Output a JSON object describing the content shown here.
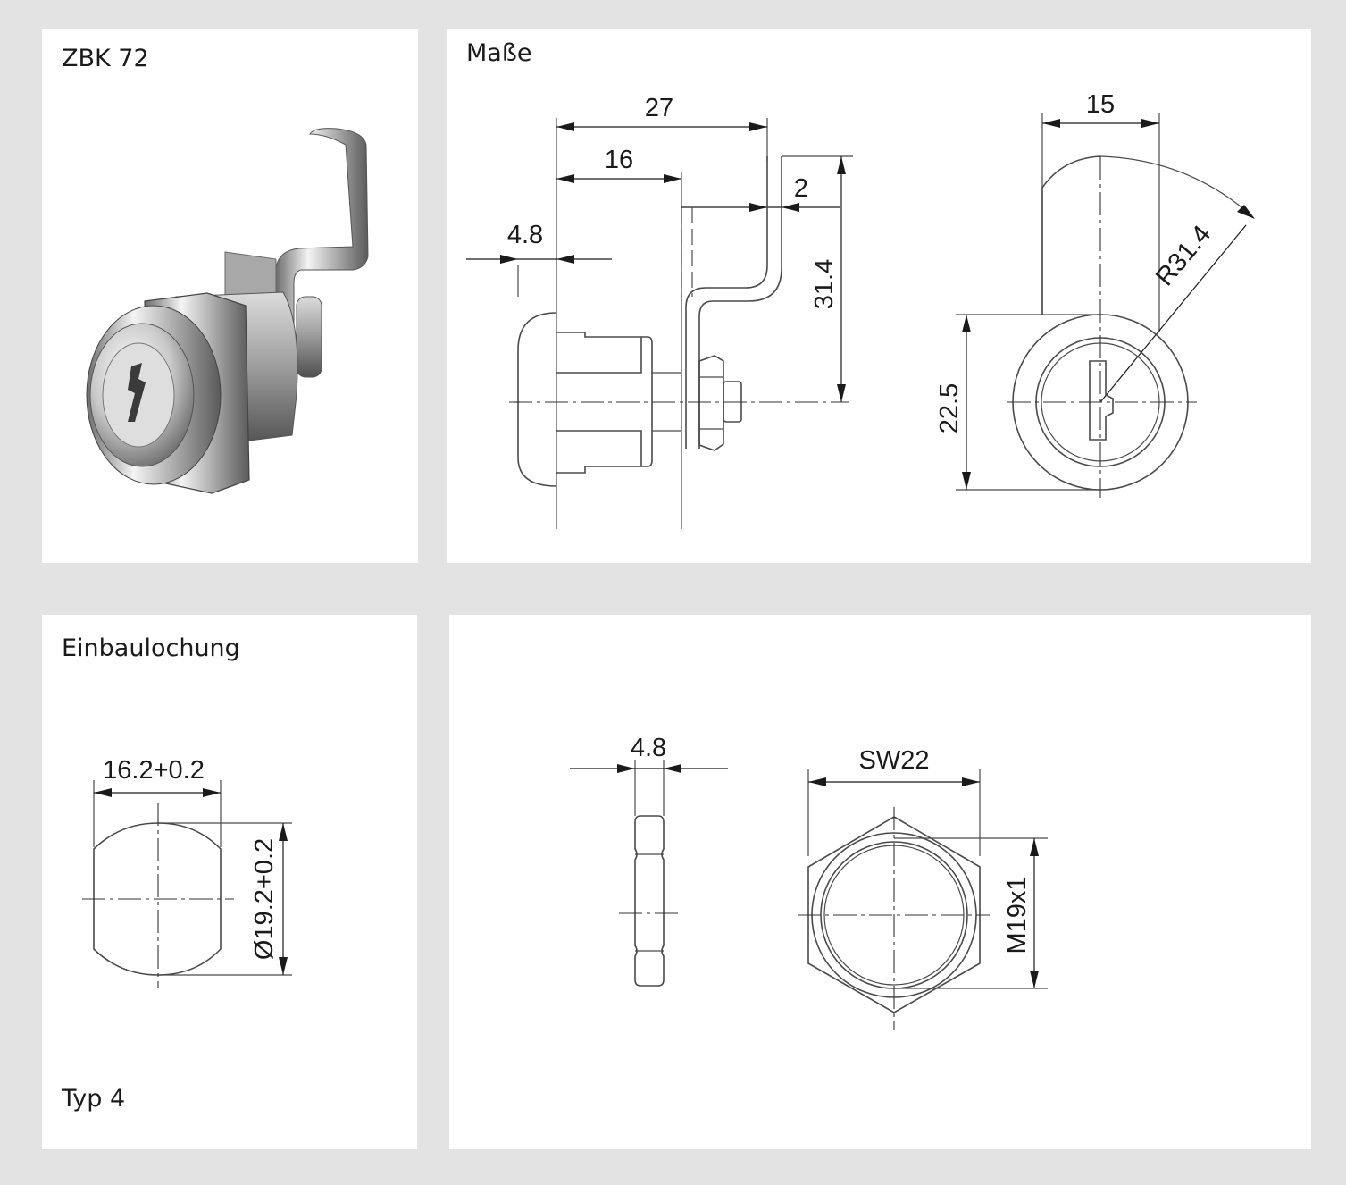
{
  "panels": {
    "product": {
      "title": "ZBK 72"
    },
    "dimensions": {
      "title": "Maße",
      "labels": {
        "d27": "27",
        "d16": "16",
        "d2": "2",
        "d4_8": "4.8",
        "d31_4": "31.4",
        "d15": "15",
        "r31_4": "R31.4",
        "d22_5": "22.5"
      }
    },
    "mounting": {
      "title": "Einbaulochung",
      "labels": {
        "width": "16.2+0.2",
        "diameter": "Ø19.2+0.2"
      },
      "type_label": "Typ 4"
    },
    "nut": {
      "labels": {
        "thickness": "4.8",
        "sw": "SW22",
        "thread": "M19x1"
      }
    }
  },
  "colors": {
    "background": "#e3e3e3",
    "panel": "#ffffff",
    "lines": "#4a4a4a"
  }
}
